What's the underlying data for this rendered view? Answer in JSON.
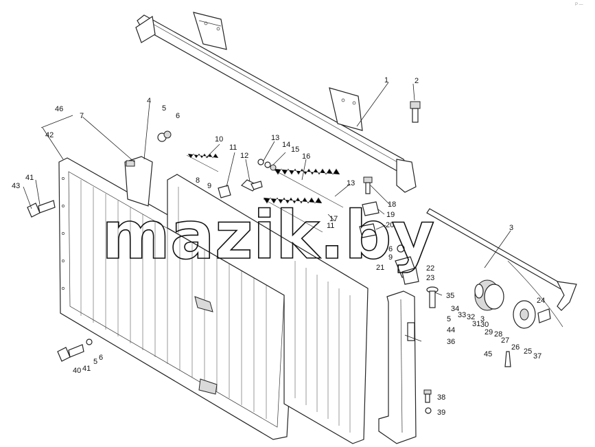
{
  "watermark": "mazik.by",
  "corner_mark": "Р —",
  "callouts": [
    "1",
    "2",
    "3",
    "4",
    "5",
    "6",
    "7",
    "8",
    "9",
    "10",
    "11",
    "12",
    "13",
    "14",
    "15",
    "16",
    "17",
    "18",
    "19",
    "20",
    "21",
    "22",
    "23",
    "24",
    "25",
    "26",
    "27",
    "28",
    "29",
    "30",
    "31",
    "32",
    "33",
    "34",
    "35",
    "36",
    "37",
    "38",
    "39",
    "40",
    "41",
    "42",
    "43",
    "44",
    "45",
    "46"
  ],
  "extra_labels": {
    "l11b": "11",
    "l13b": "13",
    "l5b": "5",
    "l6b": "6",
    "l9b": "9",
    "l41b": "41",
    "l3b": "3",
    "l5c": "5",
    "l6c": "6"
  }
}
